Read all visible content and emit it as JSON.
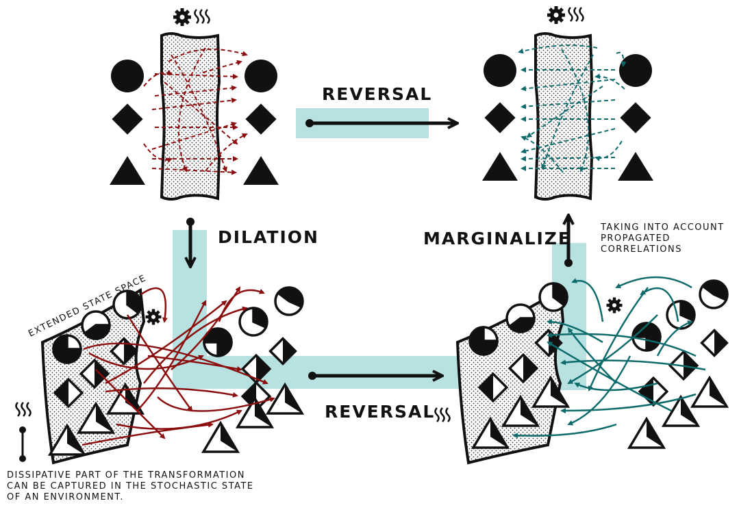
{
  "labels": {
    "reversal_top": "REVERSAL",
    "reversal_bottom": "REVERSAL",
    "dilation": "DILATION",
    "marginalize": "MARGINALIZE",
    "extended_state_space": "EXTENDED STATE SPACE",
    "taking_into_account": [
      "TAKING INTO ACCOUNT",
      "PROPAGATED",
      "CORRELATIONS"
    ],
    "dissipative_note": [
      "DISSIPATIVE PART OF THE TRANSFORMATION",
      "CAN BE CAPTURED IN THE STOCHASTIC STATE",
      "OF AN ENVIRONMENT."
    ]
  },
  "colors": {
    "forward_arrows": "#8b0d0d",
    "reverse_arrows": "#0e6b6b",
    "band": "#b8e2e2",
    "ink": "#111111"
  },
  "icons": [
    "gear-icon",
    "heat-icon"
  ]
}
